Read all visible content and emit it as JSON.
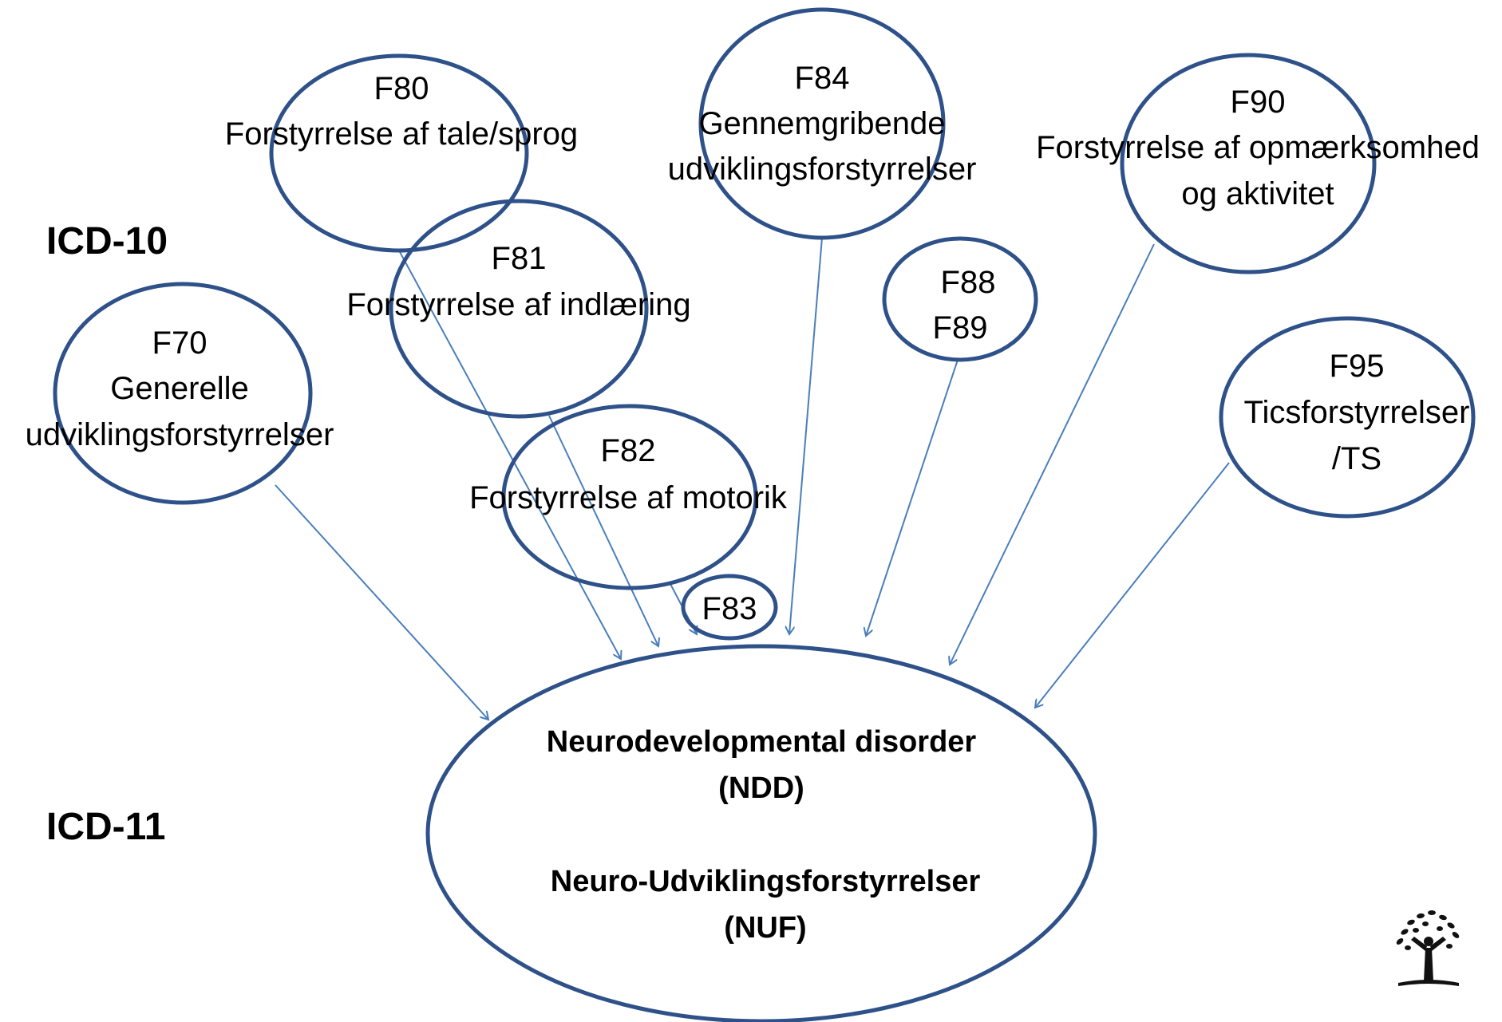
{
  "labels": {
    "icd10": "ICD-10",
    "icd11": "ICD-11"
  },
  "nodes": {
    "f80": {
      "code": "F80",
      "name": "Forstyrrelse af tale/sprog"
    },
    "f81": {
      "code": "F81",
      "name": "Forstyrrelse af indlæring"
    },
    "f82": {
      "code": "F82",
      "name": "Forstyrrelse af motorik"
    },
    "f83": {
      "code": "F83"
    },
    "f84": {
      "code": "F84",
      "name_line1": "Gennemgribende",
      "name_line2": "udviklingsforstyrrelser"
    },
    "f88": {
      "code1": "F88",
      "code2": "F89"
    },
    "f90": {
      "code": "F90",
      "name_line1": "Forstyrrelse af opmærksomhed",
      "name_line2": "og aktivitet"
    },
    "f95": {
      "code": "F95",
      "name_line1": "Ticsforstyrrelser",
      "name_line2": "/TS"
    },
    "f70": {
      "code": "F70",
      "name_line1": "Generelle",
      "name_line2": "udviklingsforstyrrelser"
    }
  },
  "target": {
    "line1": "Neurodevelopmental disorder",
    "line2": "(NDD)",
    "line3": "Neuro-Udviklingsforstyrrelser",
    "line4": "(NUF)"
  },
  "colors": {
    "ellipse_stroke": "#2E5189",
    "arrow": "#4A7EBB"
  },
  "icons": {
    "logo": "tree-logo-icon"
  }
}
